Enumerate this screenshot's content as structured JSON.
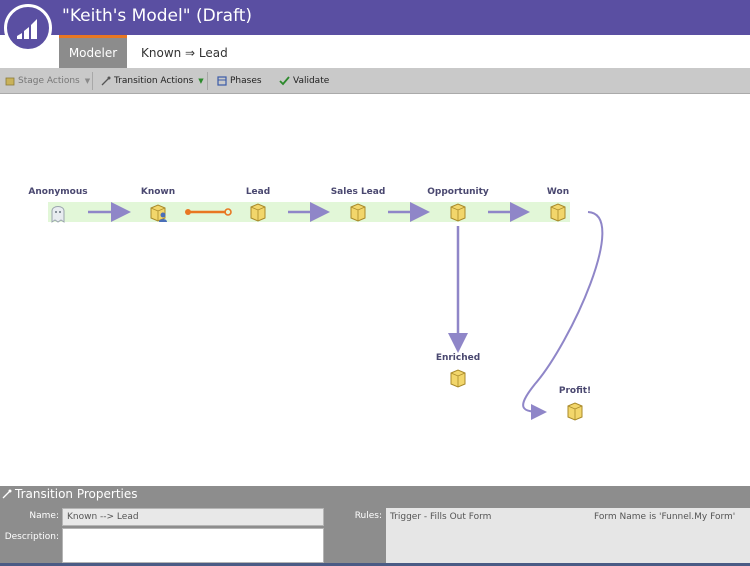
{
  "header": {
    "title": "\"Keith's Model\" (Draft)"
  },
  "tabs": [
    {
      "label": "Modeler"
    },
    {
      "label": "Known ⇒ Lead"
    }
  ],
  "toolbar": {
    "stage_actions": "Stage Actions",
    "transition_actions": "Transition Actions",
    "phases": "Phases",
    "validate": "Validate"
  },
  "stages": {
    "anonymous": "Anonymous",
    "known": "Known",
    "lead": "Lead",
    "sales_lead": "Sales Lead",
    "opportunity": "Opportunity",
    "won": "Won",
    "enriched": "Enriched",
    "profit": "Profit!"
  },
  "properties": {
    "title": "Transition Properties",
    "name_label": "Name:",
    "name_value": "Known --> Lead",
    "description_label": "Description:",
    "description_value": "",
    "rules_label": "Rules:",
    "rule_trigger": "Trigger - Fills Out Form",
    "rule_constraint": "Form Name is 'Funnel.My Form'"
  },
  "colors": {
    "brand": "#5a4fa2",
    "accent": "#e87722",
    "transition": "#8f86c8",
    "lane": "#e2f7d8"
  }
}
